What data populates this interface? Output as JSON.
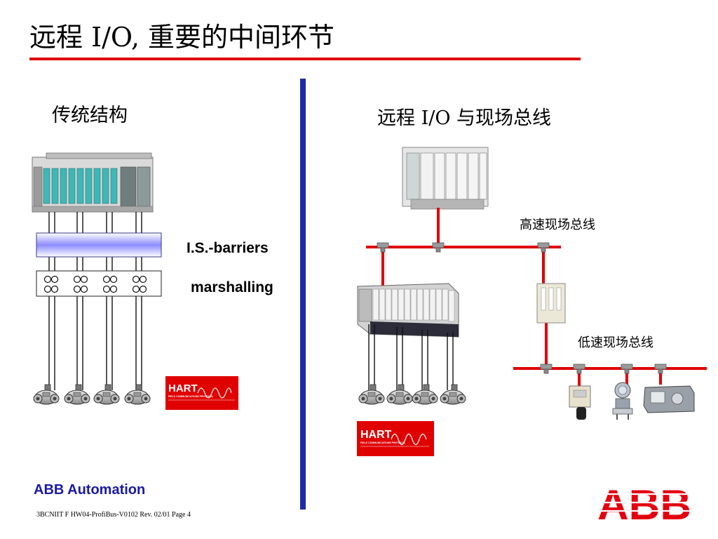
{
  "title": "远程 I/O, 重要的中间环节",
  "left": {
    "heading": "传统结构",
    "labels": {
      "barriers": "I.S.-barriers",
      "marshalling": "marshalling"
    }
  },
  "right": {
    "heading": "远程 I/O 与现场总线",
    "labels": {
      "high_speed": "高速现场总线",
      "low_speed": "低速现场总线"
    }
  },
  "logos": {
    "hart": "HART",
    "hart_sub": "FIELD COMMUNICATIONS PROTOCOL",
    "abb": "ABB"
  },
  "footer": {
    "company": "ABB Automation",
    "ref": "3BCNIIT F HW04-ProfiBus-V0102  Rev. 02/01 Page 4"
  },
  "colors": {
    "title_rule": "#e00000",
    "divider": "#1e2aa8",
    "bus": "#e00000",
    "company": "#1a1aa6",
    "abb_red": "#e3000f"
  }
}
